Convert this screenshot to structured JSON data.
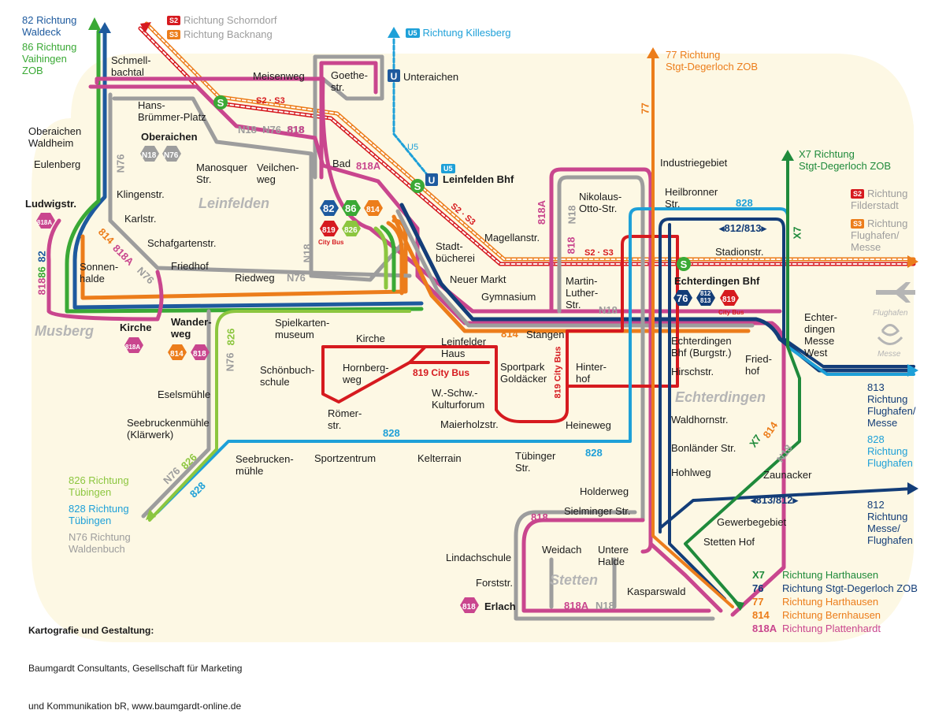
{
  "colors": {
    "line_82": "#1e5a9e",
    "line_86": "#3aa935",
    "line_814": "#ec7d1b",
    "line_818": "#c9468e",
    "line_819": "#d61a1f",
    "line_826": "#8cc63f",
    "line_828": "#1ea0d8",
    "line_76": "#133d78",
    "line_77": "#ec7d1b",
    "line_X7": "#1f8a3b",
    "line_N18": "#9d9d9d",
    "line_N76": "#9d9d9d",
    "line_S2": "#d61a1f",
    "line_S3": "#ec7d1b",
    "line_U5": "#1ea0d8",
    "area_fill": "#fdf8e4"
  },
  "areas": {
    "leinfelden": "Leinfelden",
    "musberg": "Musberg",
    "echterdingen": "Echterdingen",
    "stetten": "Stetten"
  },
  "stops": {
    "schmellbachtal": "Schmell-\nbachtal",
    "hans_bruemmer": "Hans-\nBrümmer-Platz",
    "oberaichen": "Oberaichen",
    "oberaichen_waldheim": "Oberaichen\nWaldheim",
    "eulenberg": "Eulenberg",
    "klingenstr": "Klingenstr.",
    "ludwigstr": "Ludwigstr.",
    "karlstr": "Karlstr.",
    "schafgartenstr": "Schafgartenstr.",
    "friedhof_l": "Friedhof",
    "sonnenhalde": "Sonnen-\nhalde",
    "riedweg": "Riedweg",
    "kirche_m": "Kirche",
    "wanderweg": "Wander-\nweg",
    "meisenweg": "Meisenweg",
    "goethestr": "Goethe-\nstr.",
    "unteraichen": "Unteraichen",
    "manosquer": "Manosquer\nStr.",
    "veilchenweg": "Veilchen-\nweg",
    "bad": "Bad",
    "leinfelden_bhf": "Leinfelden Bhf",
    "stadtbuecherei": "Stadt-\nbücherei",
    "neuer_markt": "Neuer Markt",
    "gymnasium": "Gymnasium",
    "magellanstr": "Magellanstr.",
    "nikolaus_otto": "Nikolaus-\nOtto-Str.",
    "martin_luther": "Martin-\nLuther-\nStr.",
    "industriegebiet": "Industriegebiet",
    "heilbronner": "Heilbronner\nStr.",
    "stadionstr": "Stadionstr.",
    "echterdingen_bhf": "Echterdingen Bhf",
    "echterdingen_bhf_burg": "Echterdingen\nBhf (Burgstr.)",
    "hirschstr": "Hirschstr.",
    "friedhof_e": "Fried-\nhof",
    "messe_west": "Echter-\ndingen\nMesse\nWest",
    "waldhornstr": "Waldhornstr.",
    "bonlaender": "Bonländer Str.",
    "hohlweg": "Hohlweg",
    "zaunacker": "Zaunacker",
    "gewerbegebiet": "Gewerbegebiet",
    "stetten_hof": "Stetten Hof",
    "stangen": "Stangen",
    "hinterhof": "Hinter-\nhof",
    "sportpark": "Sportpark\nGoldäcker",
    "leinfelder_haus": "Leinfelder\nHaus",
    "kirche_l": "Kirche",
    "hornbergweg": "Hornberg-\nweg",
    "schoenbuchschule": "Schönbuch-\nschule",
    "roemerstr": "Römer-\nstr.",
    "spielkartenmuseum": "Spielkarten-\nmuseum",
    "wschw_kulturforum": "W.-Schw.-\nKulturforum",
    "maierholzstr": "Maierholzstr.",
    "heineweg": "Heineweg",
    "eselsmuehle": "Eselsmühle",
    "seebruckenmuehle_k": "Seebruckenmühle\n(Klärwerk)",
    "seebruckenmuehle": "Seebrucken-\nmühle",
    "sportzentrum": "Sportzentrum",
    "kelterrain": "Kelterrain",
    "tuebinger_str": "Tübinger\nStr.",
    "holderweg": "Holderweg",
    "sielminger": "Sielminger Str.",
    "weidach": "Weidach",
    "untere_halde": "Untere\nHalde",
    "lindachschule": "Lindachschule",
    "forststr": "Forststr.",
    "erlach": "Erlach",
    "kasparswald": "Kasparswald"
  },
  "line_labels": {
    "s2s3_a": "S2 · S3",
    "s2s3_b": "S2 · S3",
    "s2s3_c": "S2 · S3",
    "s2s3_d": "S2 · S3",
    "n18_n76_818": "N18  N76  818",
    "u5": "U5",
    "l818a_bad": "818A",
    "n18_a": "N18",
    "n18_b": "N18",
    "n18_c": "N18",
    "n18_d": "N18",
    "n18_e": "N18",
    "n76_a": "N76",
    "n76_b": "N76",
    "n76_c": "N76",
    "n76_d": "N76",
    "l814_a": "814",
    "l814_b": "814",
    "l814_c": "814",
    "l818a_m": "818A",
    "l818a_s": "818A",
    "l818a_v": "818A",
    "l818_a": "818",
    "l818_b": "818",
    "l818_c": "818",
    "l82": "82",
    "l86": "86",
    "l826_a": "826",
    "l826_b": "826",
    "l828_a": "828",
    "l828_b": "828",
    "l828_c": "828",
    "l828_d": "828",
    "l828_e": "828",
    "l77": "77",
    "lx7_a": "X7",
    "lx7_b": "X7",
    "l812_813": "◂812/813▸",
    "l813_812": "◂813/812▸",
    "l819_city": "819 City Bus",
    "l819_city_v": "819 City Bus",
    "l818_hex": "818"
  },
  "hub_badges": {
    "leinfelden": [
      "82",
      "86",
      "814",
      "819",
      "826"
    ],
    "echterdingen": [
      "76",
      "812\n813",
      "819"
    ],
    "city_bus": "City Bus",
    "oberaichen": [
      "N18",
      "N76"
    ],
    "ludwigstr": "818A",
    "kirche": "818A",
    "wanderweg": [
      "814",
      "818"
    ],
    "erlach": "818"
  },
  "directions": {
    "nw_82": "82 Richtung\nWaldeck",
    "nw_86": "86 Richtung\nVaihingen\nZOB",
    "s2_schorndorf": "Richtung Schorndorf",
    "s3_backnang": "Richtung Backnang",
    "s2_tag": "S2",
    "s3_tag": "S3",
    "u5_tag": "U5",
    "u5_killesberg": "Richtung Killesberg",
    "u5_leinfelden_tag": "U5",
    "l77_dir": "77 Richtung\nStgt-Degerloch ZOB",
    "x7_dir": "X7 Richtung\nStgt-Degerloch ZOB",
    "s2_filderstadt": "Richtung\nFilderstadt",
    "s3_flughafen": "Richtung\nFlughafen/\nMesse",
    "flughafen_icon": "Flughafen",
    "messe_icon": "Messe",
    "d813": "813\nRichtung\nFlughafen/\nMesse",
    "d828": "828\nRichtung\nFlughafen",
    "d812": "812\nRichtung\nMesse/\nFlughafen",
    "sw_826": "826 Richtung\nTübingen",
    "sw_828": "828 Richtung\nTübingen",
    "sw_n76": "N76 Richtung\nWaldenbuch"
  },
  "legend": [
    {
      "code": "X7",
      "text": "Richtung Harthausen",
      "color": "#1f8a3b"
    },
    {
      "code": "76",
      "text": "Richtung Stgt-Degerloch ZOB",
      "color": "#133d78"
    },
    {
      "code": "77",
      "text": "Richtung Harthausen",
      "color": "#ec7d1b"
    },
    {
      "code": "814",
      "text": "Richtung Bernhausen",
      "color": "#ec7d1b"
    },
    {
      "code": "818A",
      "text": "Richtung Plattenhardt",
      "color": "#c9468e"
    }
  ],
  "credits": {
    "heading": "Kartografie und Gestaltung:",
    "line1": "Baumgardt Consultants, Gesellschaft für Marketing",
    "line2": "und Kommunikation bR, www.baumgardt-online.de"
  },
  "icons": [
    "s-bahn-icon",
    "u-bahn-icon",
    "airplane-icon",
    "messe-icon",
    "arrow-icon"
  ]
}
